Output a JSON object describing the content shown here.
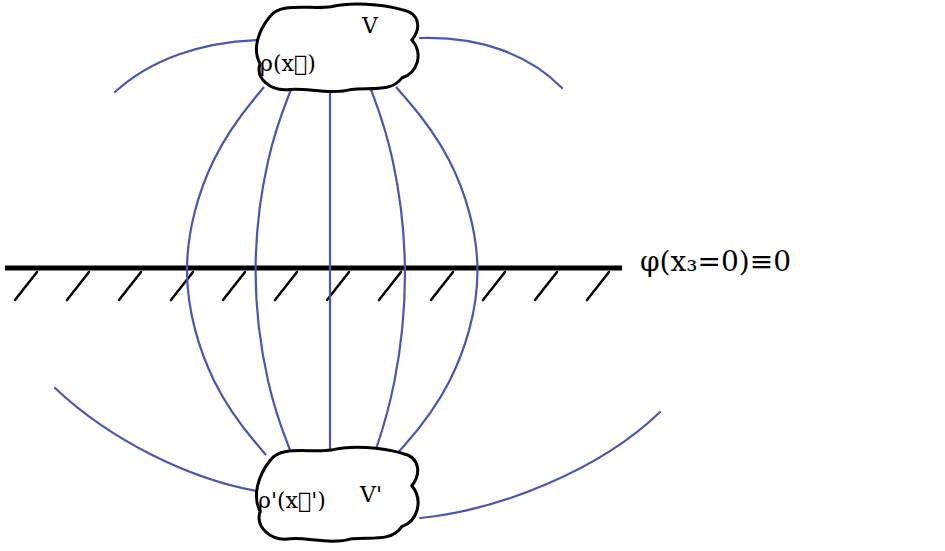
{
  "diagram": {
    "nodes": [
      {
        "text": [
          "ρ(x⃗)",
          "V"
        ]
      },
      {
        "text": [
          "ρ'(x⃗')",
          "V'"
        ]
      }
    ],
    "edges": [
      {
        "from": 0,
        "to": 1,
        "arrow": "none"
      },
      {
        "from": 0,
        "to": 1,
        "arrow": "none"
      },
      {
        "from": 0,
        "to": 1,
        "arrow": "none"
      },
      {
        "from": 0,
        "to": 1,
        "arrow": "none"
      },
      {
        "from": 0,
        "to": 1,
        "arrow": "none"
      }
    ],
    "labels": [
      "φ(x₃=0)≡0"
    ]
  }
}
